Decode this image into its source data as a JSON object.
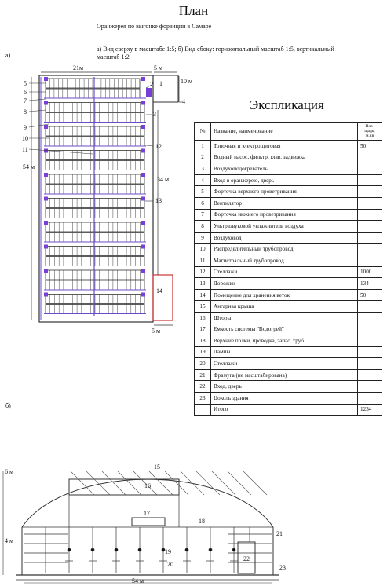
{
  "header": {
    "title": "План",
    "subtitle": "Оранжерея по выгонке форзиции в Самаре",
    "description": "а) Вид сверху в масштабе 1:5; б) Вид сбоку: горизонтальный масштаб 1:5, вертикальный масштаб 1:2"
  },
  "plan_view": {
    "label": "а)",
    "dims": {
      "width_top": "21м",
      "side_width": "5 м",
      "side_length": "10 м",
      "length_left": "54 м",
      "length_right": "34 м",
      "bottom_right": "5 м"
    },
    "left_labels": [
      "5",
      "6",
      "7",
      "8",
      "9",
      "10",
      "11"
    ],
    "right_labels": [
      "1",
      "2",
      "3",
      "4",
      "12",
      "13",
      "14"
    ]
  },
  "side_view": {
    "label": "б)",
    "dims": {
      "height_top": "6 м",
      "height_bottom": "4 м",
      "width": "54 м"
    },
    "labels": [
      "15",
      "16",
      "17",
      "18",
      "19",
      "20",
      "21",
      "22",
      "23"
    ]
  },
  "explication": {
    "title": "Экспликация",
    "columns": {
      "num": "№",
      "name": "Название, наименование",
      "area": "Пло-\nщадь,\nм.кв"
    },
    "rows": [
      {
        "num": "1",
        "name": "Топочная и электрощитовая",
        "area": "50"
      },
      {
        "num": "2",
        "name": "Водный насос, фильтр, глав. задвижка",
        "area": ""
      },
      {
        "num": "3",
        "name": "Воздухоподогреватель",
        "area": ""
      },
      {
        "num": "4",
        "name": "Вход в оранжерею, дверь",
        "area": ""
      },
      {
        "num": "5",
        "name": "Форточка верхнего проветривания",
        "area": ""
      },
      {
        "num": "6",
        "name": "Вентилятор",
        "area": ""
      },
      {
        "num": "7",
        "name": "Форточка нижнего проветривания",
        "area": ""
      },
      {
        "num": "8",
        "name": "Ультразвуковой увлажнитель воздуха",
        "area": ""
      },
      {
        "num": "9",
        "name": "Воздуховод",
        "area": ""
      },
      {
        "num": "10",
        "name": "Распределительный трубопровод",
        "area": ""
      },
      {
        "num": "11",
        "name": "Магистральный трубопровод",
        "area": ""
      },
      {
        "num": "12",
        "name": "Стеллажи",
        "area": "1000"
      },
      {
        "num": "13",
        "name": "Дорожки",
        "area": "134"
      },
      {
        "num": "14",
        "name": "Помещение для хранения веток",
        "area": "50"
      },
      {
        "num": "15",
        "name": "Ангарная крыша",
        "area": ""
      },
      {
        "num": "16",
        "name": "Шторы",
        "area": ""
      },
      {
        "num": "17",
        "name": "Емкость системы \"Водогрей\"",
        "area": ""
      },
      {
        "num": "18",
        "name": "Верхние полки, проводка, запас. труб.",
        "area": ""
      },
      {
        "num": "19",
        "name": "Лампы",
        "area": ""
      },
      {
        "num": "20",
        "name": "Стеллажи",
        "area": ""
      },
      {
        "num": "21",
        "name": "Фрамуга (не масштабирована)",
        "area": ""
      },
      {
        "num": "22",
        "name": "Вход, дверь",
        "area": ""
      },
      {
        "num": "23",
        "name": "Цоколь здания",
        "area": ""
      }
    ],
    "total": {
      "num": "",
      "name": "Итого",
      "area": "1234"
    }
  }
}
